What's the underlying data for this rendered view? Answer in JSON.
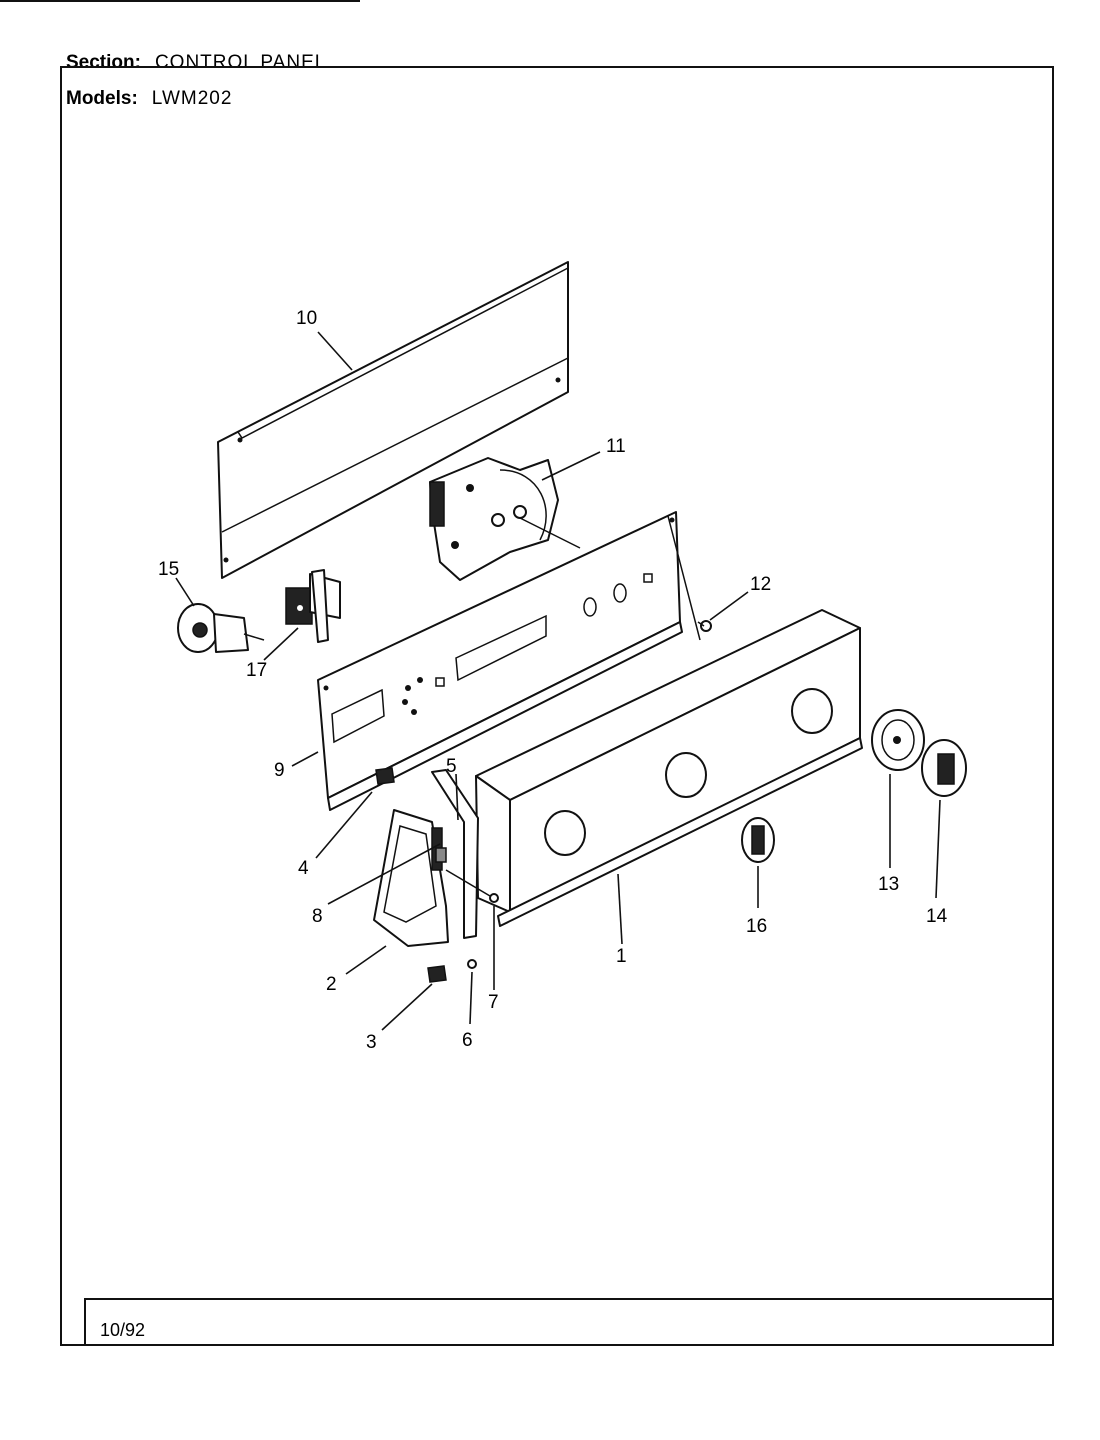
{
  "header": {
    "section_label": "Section:",
    "section_value": "CONTROL PANEL",
    "models_label": "Models:",
    "models_value": "LWM202"
  },
  "footer": {
    "date": "10/92"
  },
  "callouts": [
    "1",
    "2",
    "3",
    "4",
    "5",
    "6",
    "7",
    "8",
    "9",
    "10",
    "11",
    "12",
    "13",
    "14",
    "15",
    "16",
    "17"
  ]
}
